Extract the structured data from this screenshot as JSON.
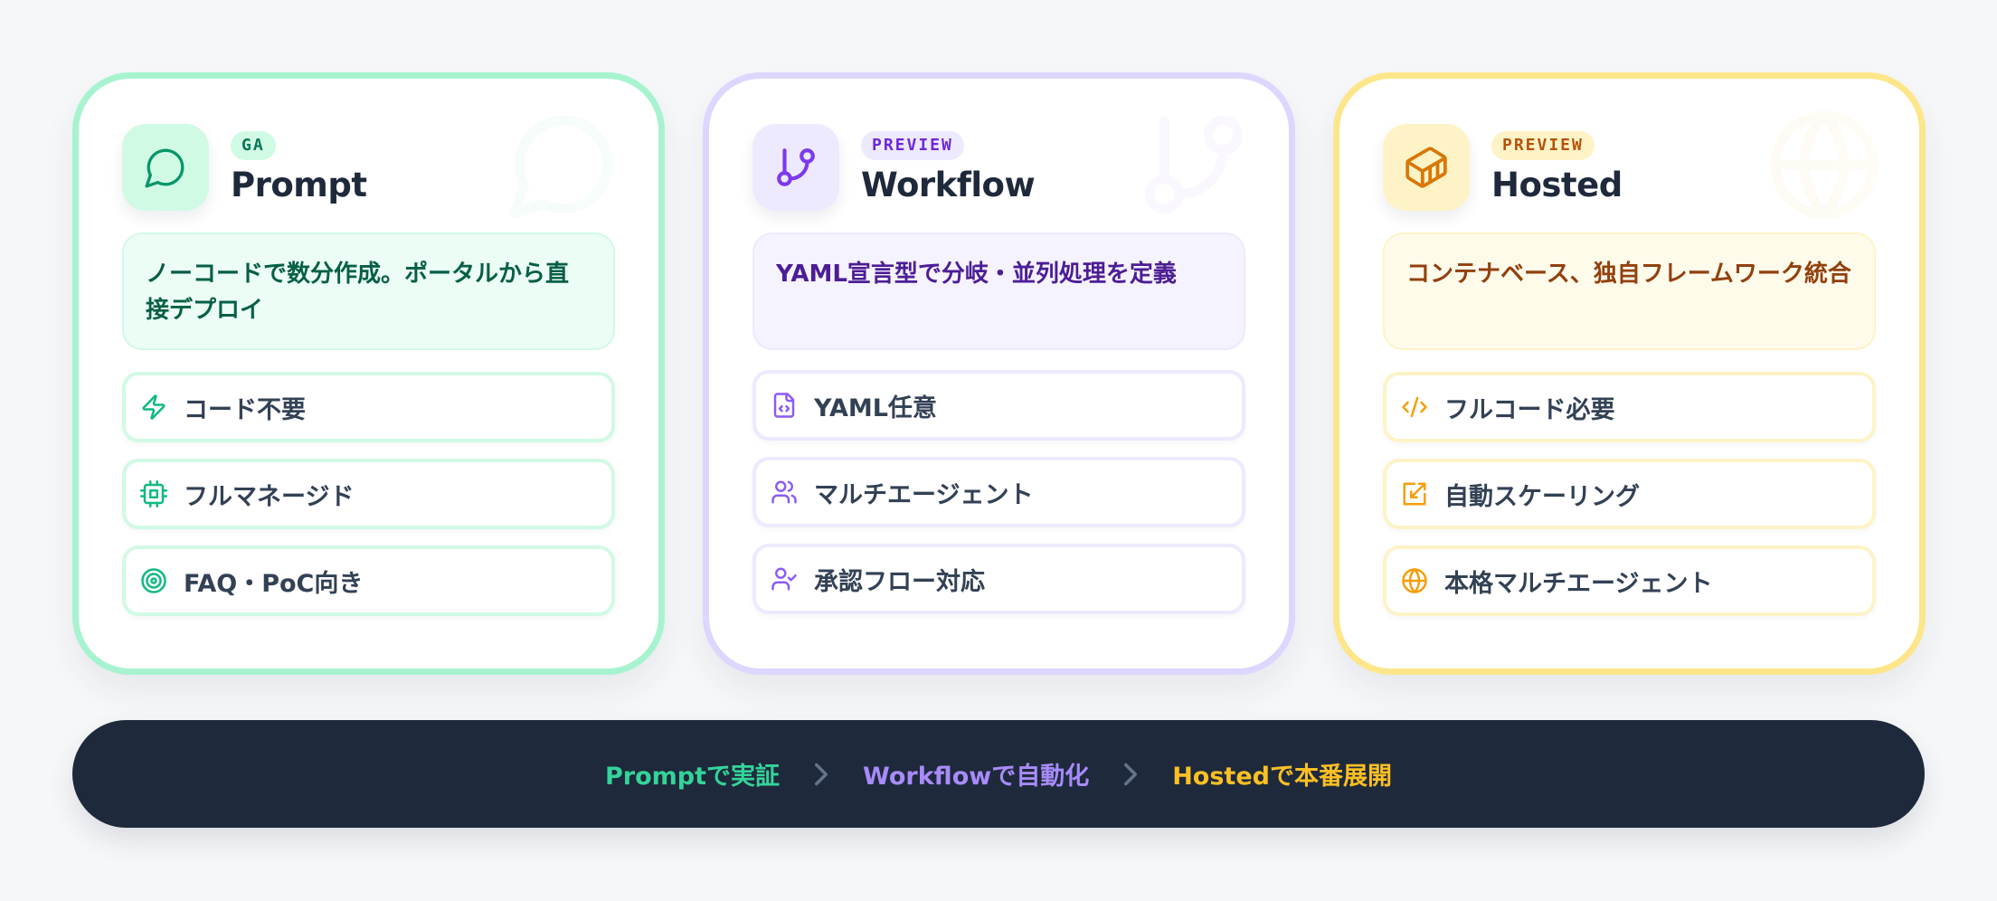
{
  "cards": [
    {
      "id": "prompt",
      "theme": "green",
      "accent": "#10b981",
      "icon": "message-circle-icon",
      "badge": "GA",
      "title": "Prompt",
      "description": "ノーコードで数分作成。ポータルから直接デプロイ",
      "features": [
        {
          "icon": "zap-icon",
          "label": "コード不要"
        },
        {
          "icon": "cpu-icon",
          "label": "フルマネージド"
        },
        {
          "icon": "target-icon",
          "label": "FAQ・PoC向き"
        }
      ]
    },
    {
      "id": "workflow",
      "theme": "purple",
      "accent": "#8b5cf6",
      "icon": "git-branch-icon",
      "badge": "PREVIEW",
      "title": "Workflow",
      "description": "YAML宣言型で分岐・並列処理を定義",
      "features": [
        {
          "icon": "file-code-icon",
          "label": "YAML任意"
        },
        {
          "icon": "users-icon",
          "label": "マルチエージェント"
        },
        {
          "icon": "user-check-icon",
          "label": "承認フロー対応"
        }
      ]
    },
    {
      "id": "hosted",
      "theme": "amber",
      "accent": "#f59e0b",
      "icon": "container-icon",
      "badge": "PREVIEW",
      "title": "Hosted",
      "description": "コンテナベース、独自フレームワーク統合",
      "features": [
        {
          "icon": "code-icon",
          "label": "フルコード必要"
        },
        {
          "icon": "scale-arrow-icon",
          "label": "自動スケーリング"
        },
        {
          "icon": "globe-icon",
          "label": "本格マルチエージェント"
        }
      ]
    }
  ],
  "flow": {
    "steps": [
      {
        "label": "Promptで実証",
        "color": "#34d399"
      },
      {
        "label": "Workflowで自動化",
        "color": "#a78bfa"
      },
      {
        "label": "Hostedで本番展開",
        "color": "#fbbf24"
      }
    ],
    "separator": "chevron-right-icon"
  }
}
